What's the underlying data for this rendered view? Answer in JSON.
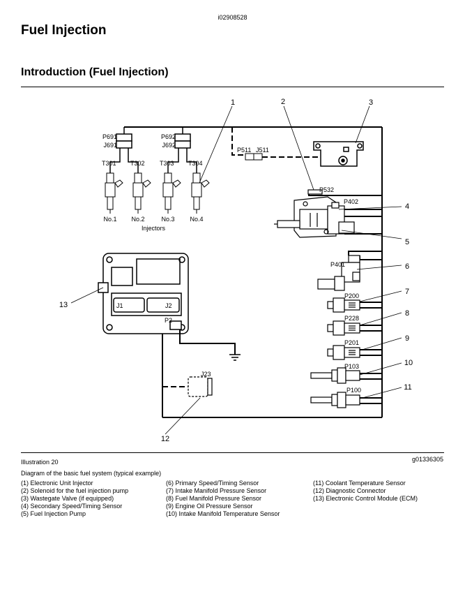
{
  "doc_id": "i02908528",
  "title": "Fuel Injection",
  "section_title": "Introduction (Fuel Injection)",
  "illustration_label": "Illustration 20",
  "figure_id": "g01336305",
  "caption": "Diagram of the basic fuel system (typical example)",
  "legend": {
    "col1": [
      "(1) Electronic Unit Injector",
      "(2) Solenoid for the fuel injection pump",
      "(3) Wastegate Valve (if equipped)",
      "(4) Secondary Speed/Timing Sensor",
      "(5) Fuel Injection Pump"
    ],
    "col2": [
      "(6) Primary Speed/Timing Sensor",
      "(7) Intake Manifold Pressure Sensor",
      "(8) Fuel Manifold Pressure Sensor",
      "(9) Engine Oil Pressure Sensor",
      "(10) Intake Manifold Temperature Sensor"
    ],
    "col3": [
      "(11) Coolant Temperature Sensor",
      "(12) Diagnostic Connector",
      "(13) Electronic Control Module (ECM)"
    ]
  },
  "diagram": {
    "callouts": [
      "1",
      "2",
      "3",
      "4",
      "5",
      "6",
      "7",
      "8",
      "9",
      "10",
      "11",
      "12",
      "13"
    ],
    "connectors": {
      "p691": "P691",
      "j691": "J691",
      "p692": "P692",
      "j692": "J692",
      "t301": "T301",
      "t302": "T302",
      "t303": "T303",
      "t304": "T304",
      "p511": "P511",
      "j511": "J511",
      "p532": "P532",
      "p402": "P402",
      "p401": "P401",
      "p200": "P200",
      "p228": "P228",
      "p201": "P201",
      "p103": "P103",
      "p100": "P100",
      "j23": "J23",
      "j1": "J1",
      "j2": "J2",
      "p2": "P2"
    },
    "injector_labels": [
      "No.1",
      "No.2",
      "No.3",
      "No.4"
    ],
    "injectors_caption": "Injectors"
  }
}
